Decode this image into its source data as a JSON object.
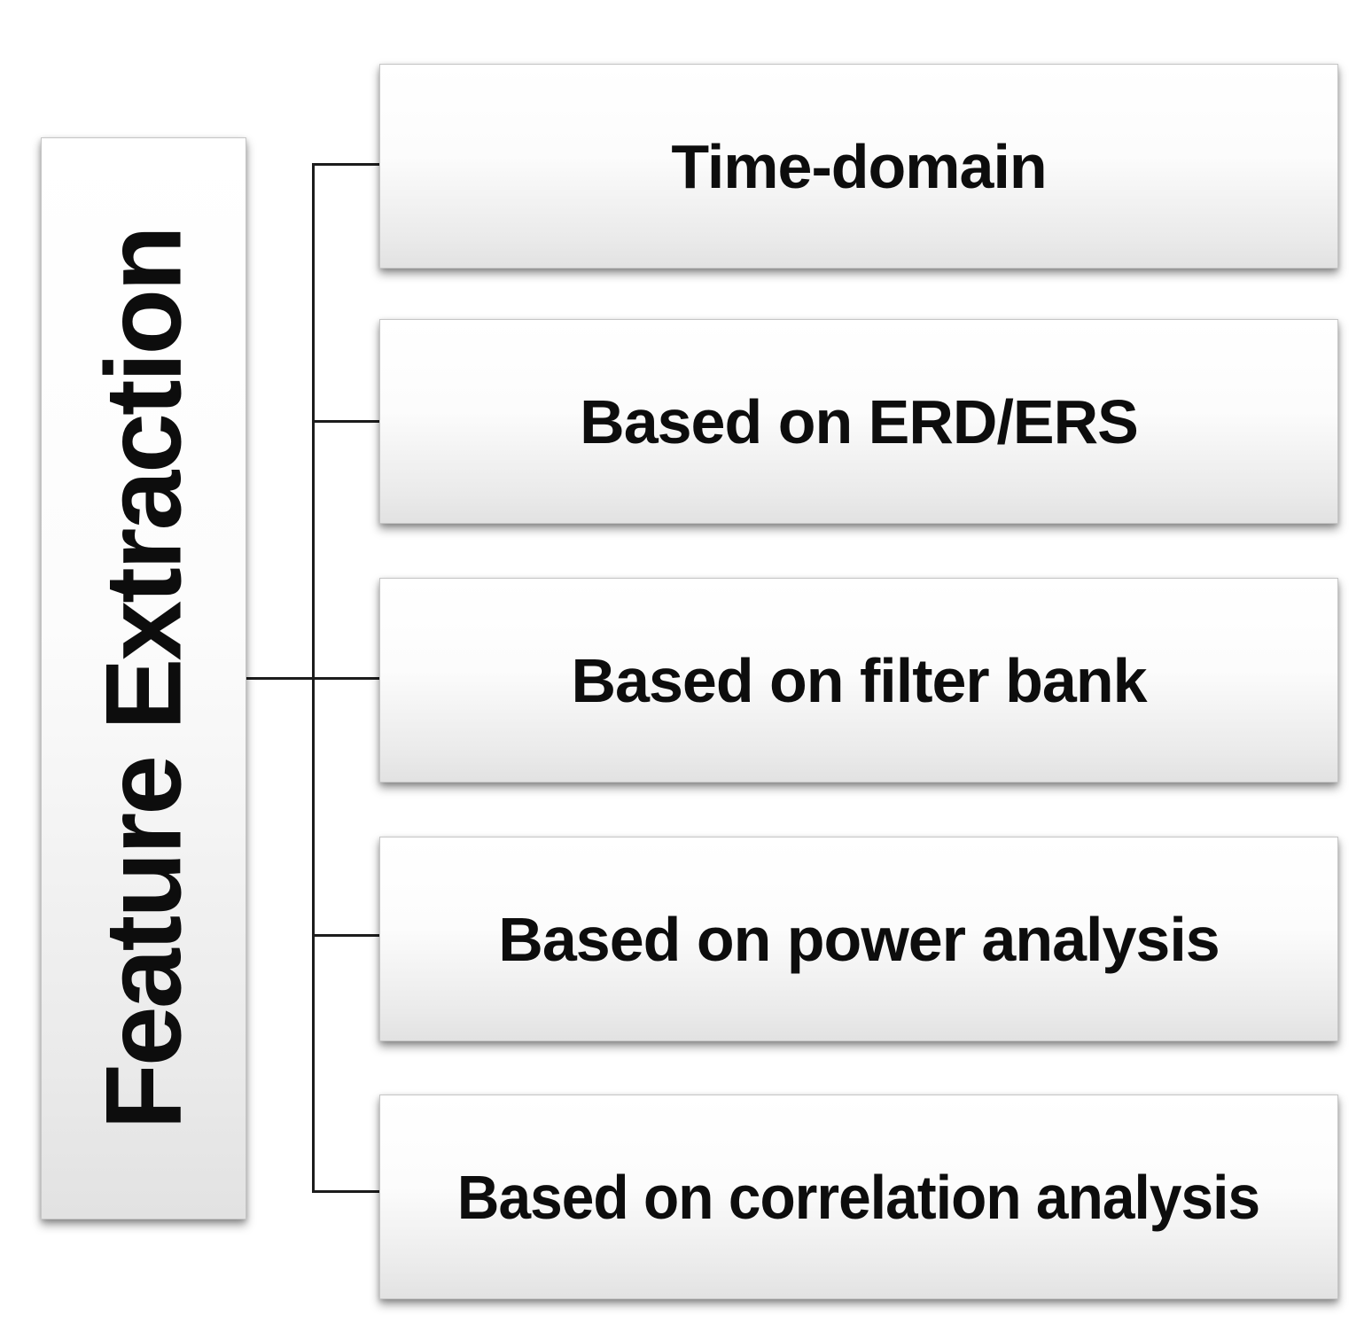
{
  "diagram": {
    "type": "tree",
    "orientation": "left-to-right",
    "root": {
      "label": "Feature Extraction",
      "text_rotation_deg": -90
    },
    "branches": [
      {
        "label": "Time-domain"
      },
      {
        "label": "Based on ERD/ERS"
      },
      {
        "label": "Based on filter bank"
      },
      {
        "label": "Based on power analysis"
      },
      {
        "label": "Based on correlation analysis"
      }
    ],
    "colors": {
      "background": "#ffffff",
      "fill_top": "#ffffff",
      "fill_bottom": "#e2e2e2",
      "box_border": "#c6c6c6",
      "connector": "#1c1c1c",
      "text": "#0d0d0d"
    }
  }
}
